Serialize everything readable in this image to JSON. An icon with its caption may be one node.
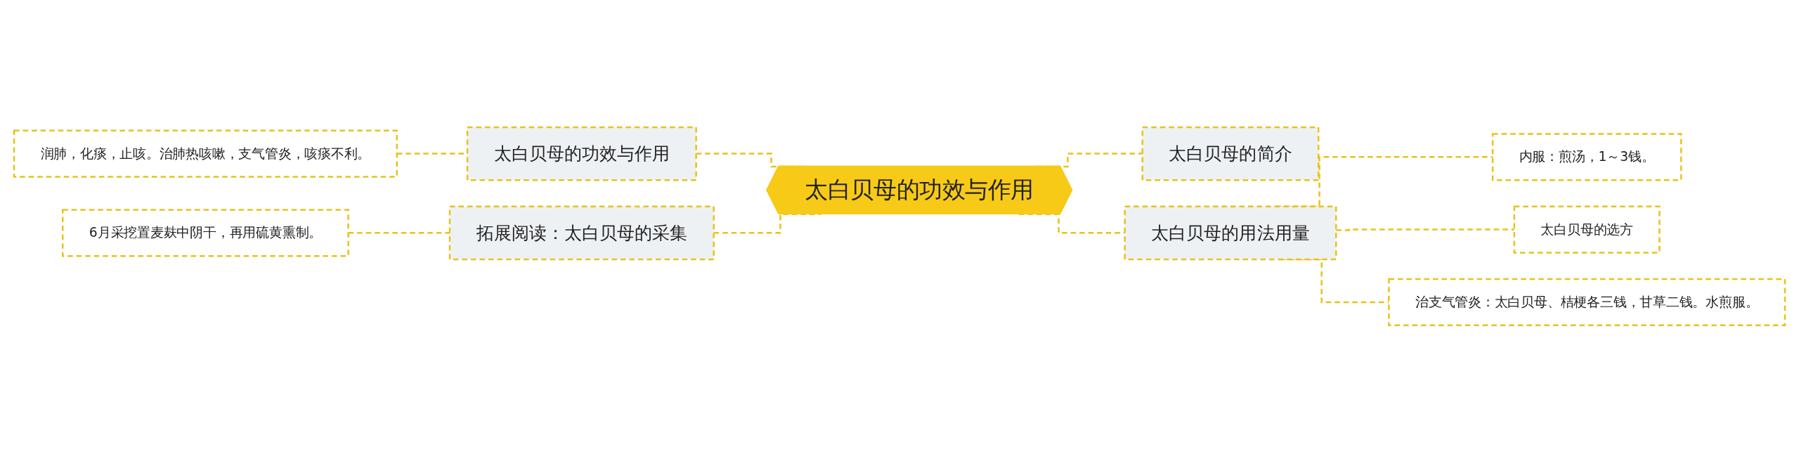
{
  "diagram": {
    "nodes": [
      {
        "text": [
          "太白贝母的功效与作用"
        ]
      },
      {
        "text": [
          "太白贝母的功效与作用"
        ]
      },
      {
        "text": [
          "润肺，化痰，止咳。治肺热咳嗽，支气管炎，咳痰不利。"
        ]
      },
      {
        "text": [
          "拓展阅读：太白贝母的采集"
        ]
      },
      {
        "text": [
          "6月采挖置麦麸中阴干，再用硫黄熏制。"
        ]
      },
      {
        "text": [
          "太白贝母的简介"
        ]
      },
      {
        "text": [
          "太白贝母的用法用量"
        ]
      },
      {
        "text": [
          "内服：煎汤，1～3钱。"
        ]
      },
      {
        "text": [
          "太白贝母的选方"
        ]
      },
      {
        "text": [
          "治支气管炎：太白贝母、桔梗各三钱，甘草二钱。水煎服。"
        ]
      }
    ],
    "edges": [
      {
        "from": 2,
        "to": 1,
        "arrow": "none",
        "style": "dashed"
      },
      {
        "from": 1,
        "to": 0,
        "arrow": "none",
        "style": "dashed"
      },
      {
        "from": 4,
        "to": 3,
        "arrow": "none",
        "style": "dashed"
      },
      {
        "from": 3,
        "to": 0,
        "arrow": "none",
        "style": "dashed"
      },
      {
        "from": 0,
        "to": 5,
        "arrow": "none",
        "style": "dashed"
      },
      {
        "from": 0,
        "to": 6,
        "arrow": "none",
        "style": "dashed"
      },
      {
        "from": 6,
        "to": 7,
        "arrow": "none",
        "style": "dashed"
      },
      {
        "from": 6,
        "to": 8,
        "arrow": "none",
        "style": "dashed"
      },
      {
        "from": 6,
        "to": 9,
        "arrow": "none",
        "style": "dashed"
      }
    ]
  }
}
